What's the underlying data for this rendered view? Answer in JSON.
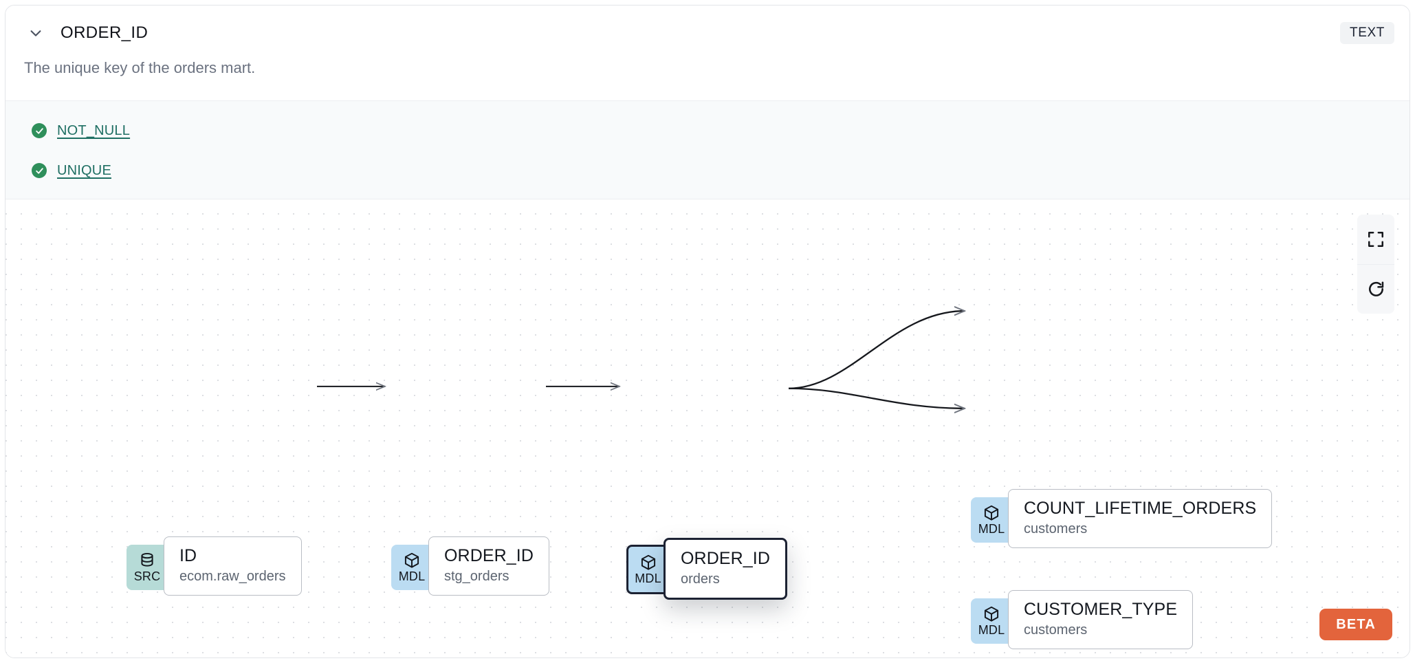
{
  "header": {
    "collapse_icon": "chevron-down-icon",
    "column_name": "ORDER_ID",
    "data_type_badge": "TEXT"
  },
  "description": "The unique key of the orders mart.",
  "tests": {
    "items": [
      {
        "status_icon": "check-circle-icon",
        "label": "NOT_NULL",
        "status": "passed"
      },
      {
        "status_icon": "check-circle-icon",
        "label": "UNIQUE",
        "status": "passed"
      }
    ]
  },
  "lineage": {
    "nodes": [
      {
        "id": "src-id",
        "tag": "SRC",
        "tag_icon": "database-icon",
        "name": "ID",
        "subtitle": "ecom.raw_orders",
        "selected": false
      },
      {
        "id": "mdl-stg-order-id",
        "tag": "MDL",
        "tag_icon": "cube-icon",
        "name": "ORDER_ID",
        "subtitle": "stg_orders",
        "selected": false
      },
      {
        "id": "mdl-orders-order-id",
        "tag": "MDL",
        "tag_icon": "cube-icon",
        "name": "ORDER_ID",
        "subtitle": "orders",
        "selected": true
      },
      {
        "id": "mdl-count-lifetime-orders",
        "tag": "MDL",
        "tag_icon": "cube-icon",
        "name": "COUNT_LIFETIME_ORDERS",
        "subtitle": "customers",
        "selected": false
      },
      {
        "id": "mdl-customer-type",
        "tag": "MDL",
        "tag_icon": "cube-icon",
        "name": "CUSTOMER_TYPE",
        "subtitle": "customers",
        "selected": false
      }
    ],
    "edges": [
      {
        "from": "src-id",
        "to": "mdl-stg-order-id"
      },
      {
        "from": "mdl-stg-order-id",
        "to": "mdl-orders-order-id"
      },
      {
        "from": "mdl-orders-order-id",
        "to": "mdl-count-lifetime-orders"
      },
      {
        "from": "mdl-orders-order-id",
        "to": "mdl-customer-type"
      }
    ],
    "controls": [
      {
        "name": "fit-view-button",
        "icon": "fullscreen-icon"
      },
      {
        "name": "refresh-button",
        "icon": "refresh-icon"
      }
    ],
    "beta_badge": "BETA"
  },
  "colors": {
    "src_tag": "#b6dbd7",
    "mdl_tag": "#bbdcf2",
    "test_pass": "#2f8f5b",
    "test_link": "#1f6f63",
    "beta": "#e3643c",
    "selected_border": "#1c2233"
  }
}
